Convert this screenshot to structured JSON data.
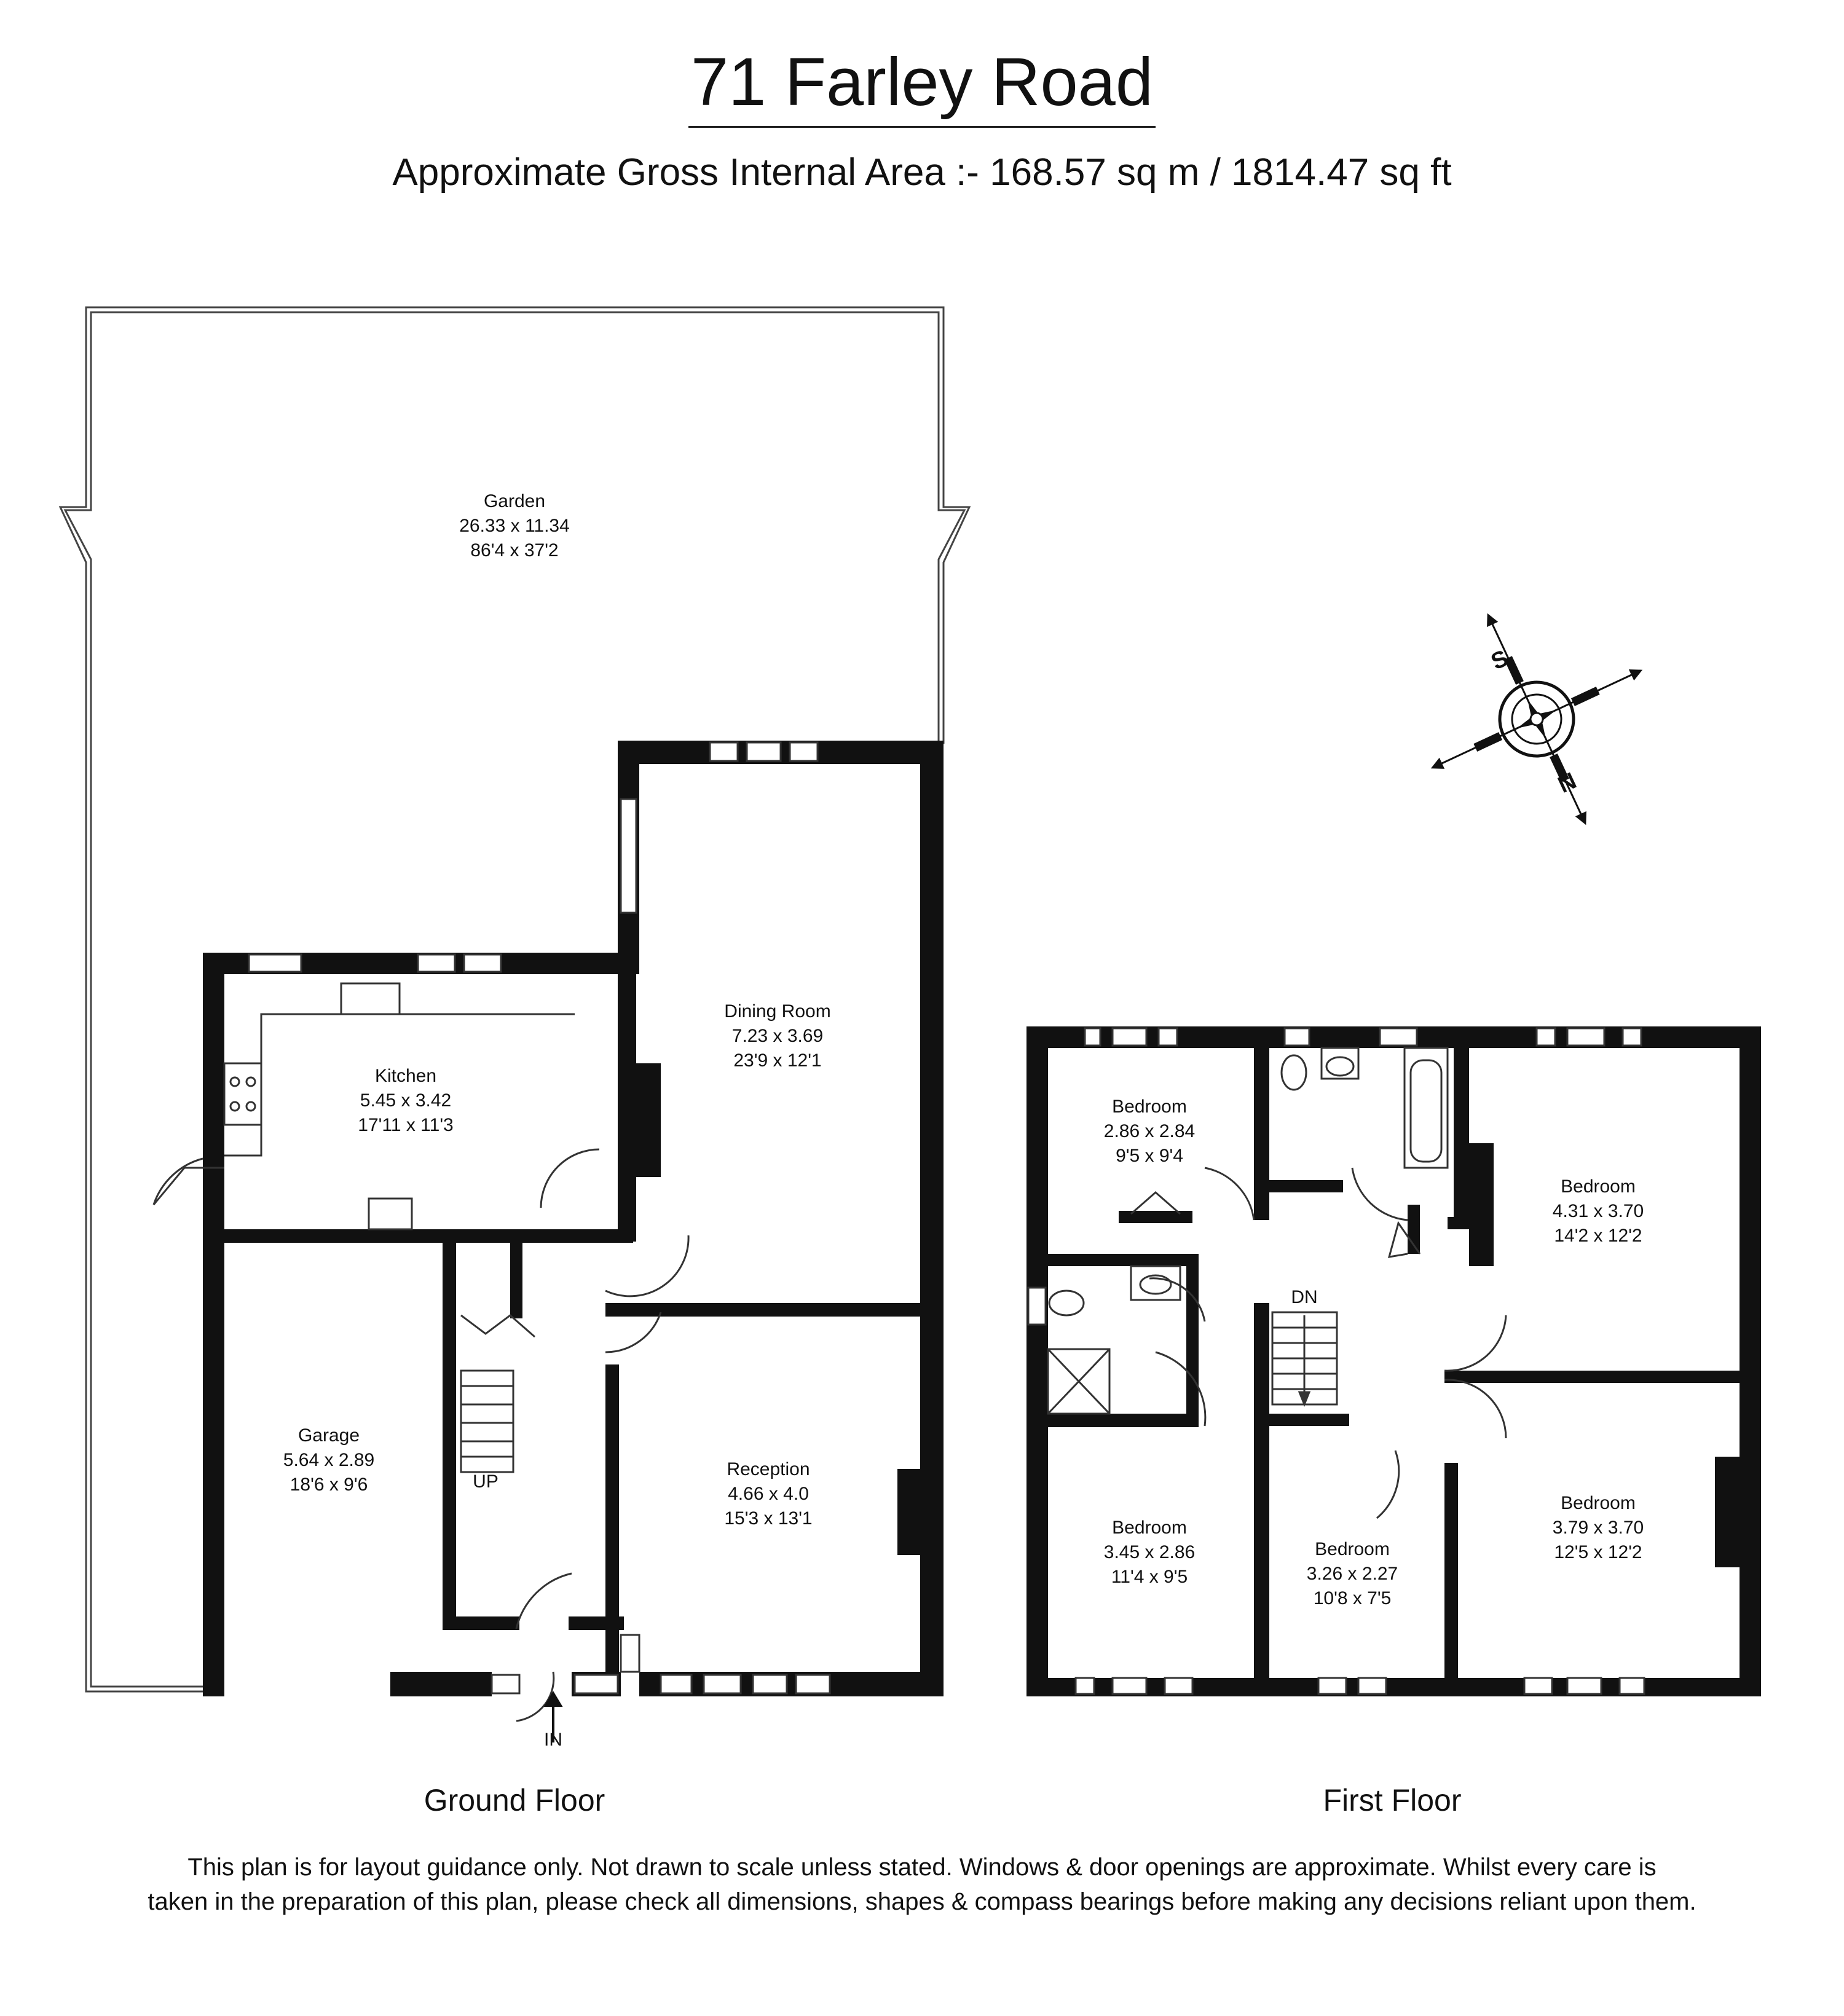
{
  "header": {
    "title": "71 Farley Road",
    "subtitle": "Approximate Gross Internal Area :- 168.57 sq m / 1814.47 sq ft"
  },
  "ground_floor": {
    "label": "Ground Floor",
    "rooms": [
      {
        "name": "Garden",
        "metric": "26.33 x 11.34",
        "imperial": "86'4 x 37'2"
      },
      {
        "name": "Kitchen",
        "metric": "5.45 x 3.42",
        "imperial": "17'11 x 11'3"
      },
      {
        "name": "Dining Room",
        "metric": "7.23 x 3.69",
        "imperial": "23'9 x 12'1"
      },
      {
        "name": "Garage",
        "metric": "5.64 x 2.89",
        "imperial": "18'6 x 9'6"
      },
      {
        "name": "Reception",
        "metric": "4.66 x 4.0",
        "imperial": "15'3 x 13'1"
      }
    ],
    "stairs_label": "UP",
    "entrance_label": "IN"
  },
  "first_floor": {
    "label": "First Floor",
    "rooms": [
      {
        "name": "Bedroom",
        "metric": "2.86 x 2.84",
        "imperial": "9'5 x 9'4"
      },
      {
        "name": "Bedroom",
        "metric": "4.31 x 3.70",
        "imperial": "14'2 x 12'2"
      },
      {
        "name": "Bedroom",
        "metric": "3.45 x 2.86",
        "imperial": "11'4 x 9'5"
      },
      {
        "name": "Bedroom",
        "metric": "3.26 x 2.27",
        "imperial": "10'8 x 7'5"
      },
      {
        "name": "Bedroom",
        "metric": "3.79 x 3.70",
        "imperial": "12'5 x 12'2"
      }
    ],
    "stairs_label": "DN"
  },
  "compass": {
    "north": "N",
    "south": "S"
  },
  "disclaimer": [
    "This plan is for layout guidance only. Not drawn to scale unless stated. Windows & door openings are approximate. Whilst every care is",
    "taken in the preparation of this plan, please check all dimensions, shapes & compass bearings before making any decisions reliant upon them."
  ]
}
